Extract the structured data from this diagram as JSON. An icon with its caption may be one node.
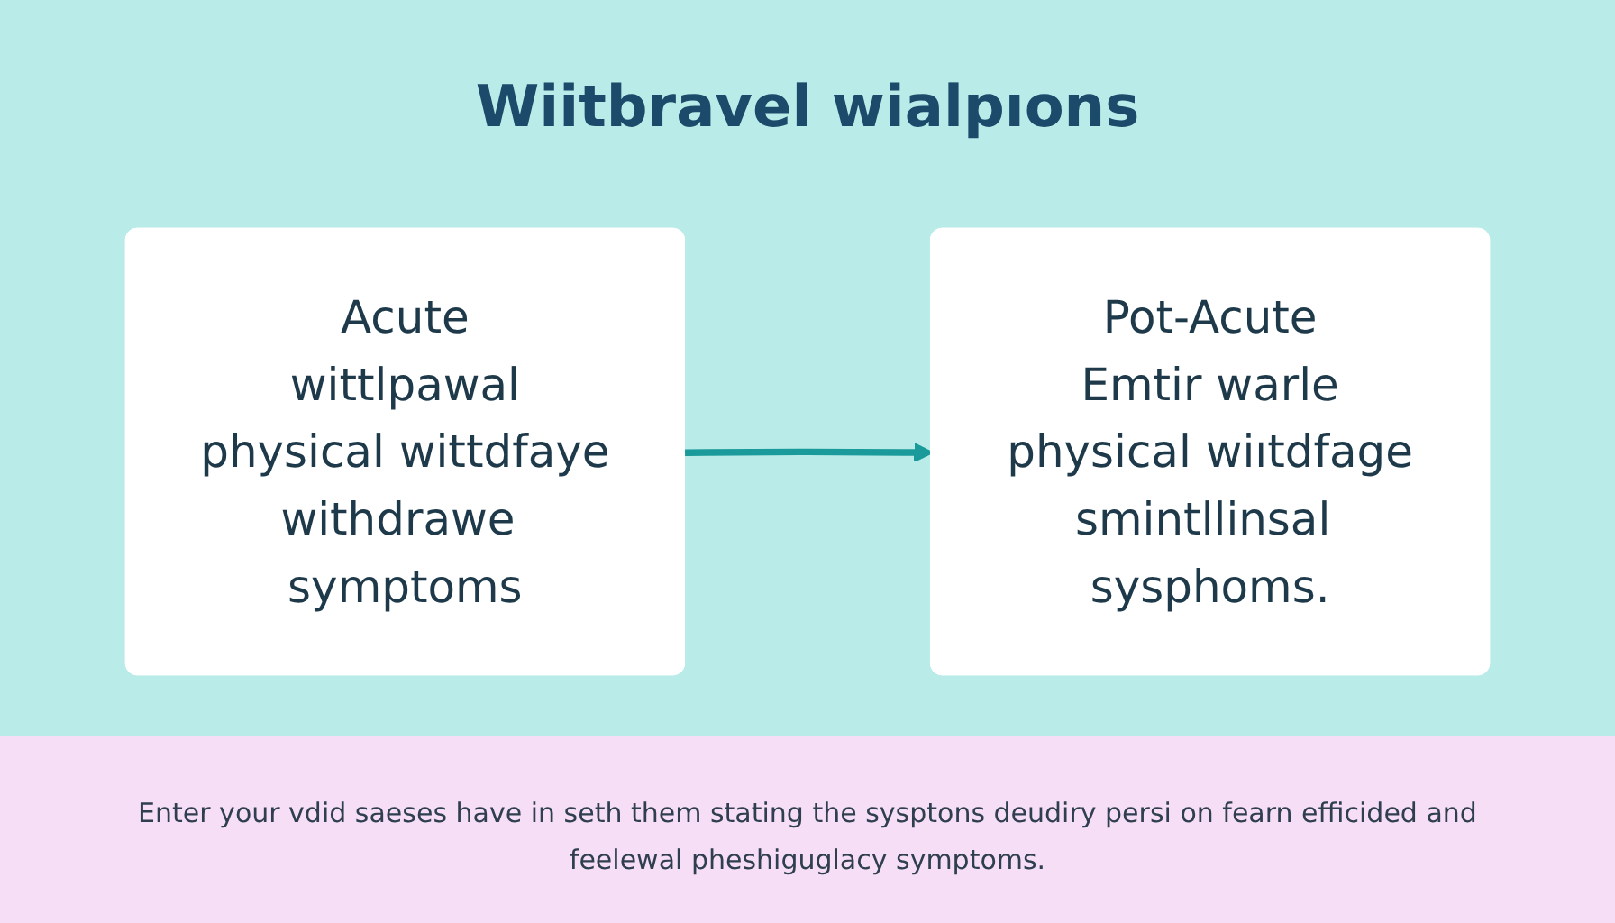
{
  "diagram": {
    "title": "Wiitbravel wialpıons",
    "caption": "Enter your vdid saeses have in seth them stating the sysptons deudiry persi on fearn efficided and feelewal pheshiguglacy symptoms.",
    "nodes": [
      {
        "text": [
          "Acute",
          "wittlpawal",
          "physical wittdfaye",
          "withdrawe symptoms"
        ]
      },
      {
        "text": [
          "Pot-Acute",
          "Emtir warle",
          "physical wiıtdfage",
          "smintllinsal sysphoms."
        ]
      }
    ],
    "edges": [
      {
        "from": 0,
        "to": 1,
        "arrow": "to"
      }
    ]
  }
}
